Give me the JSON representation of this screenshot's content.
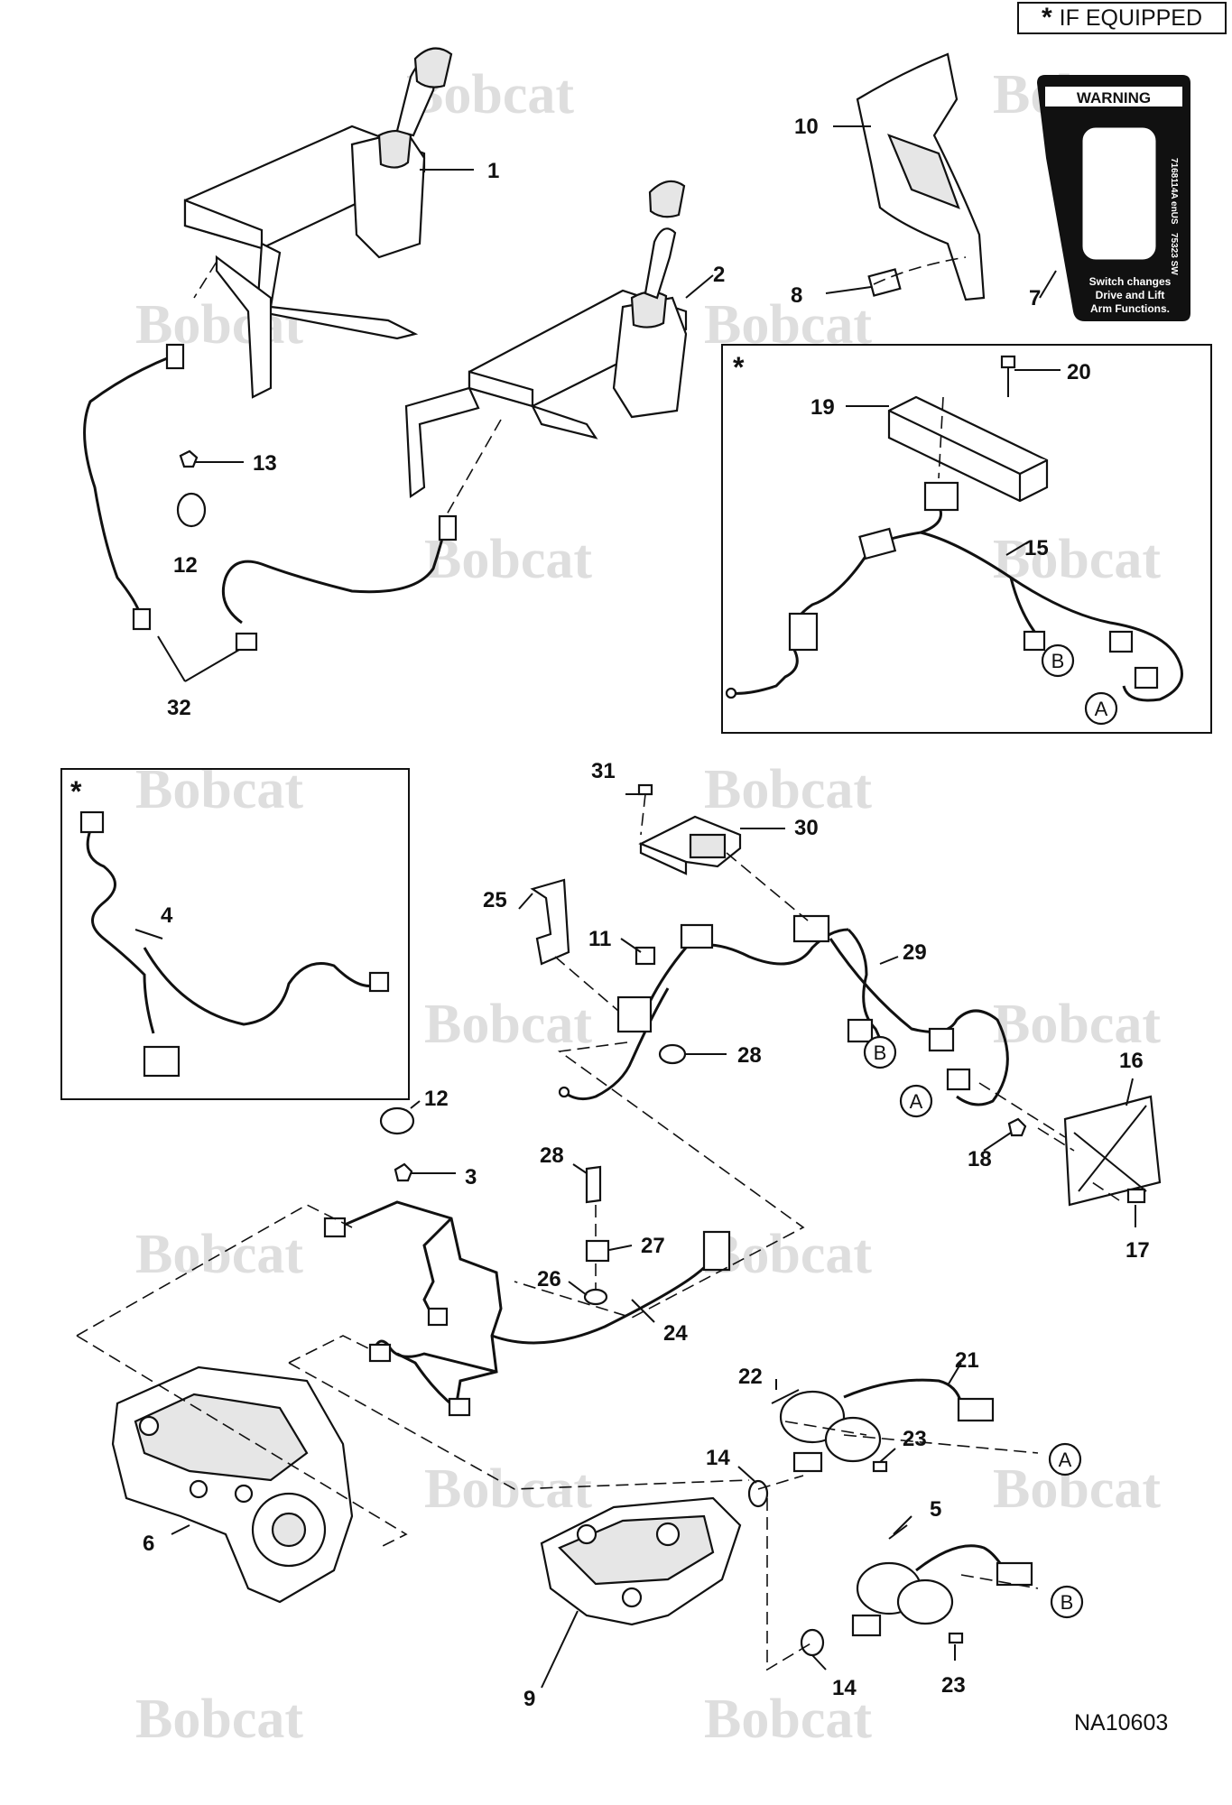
{
  "header": {
    "star": "*",
    "note": "IF EQUIPPED"
  },
  "figure_code": "NA10603",
  "watermark": "Bobcat",
  "decal": {
    "warning": "WARNING",
    "line1": "Switch changes",
    "line2": "Drive and Lift",
    "line3": "Arm Functions.",
    "code1": "7168114A enUS",
    "code2": "75323 SW"
  },
  "optional_marker": "*",
  "parts": {
    "p1": "1",
    "p2": "2",
    "p3": "3",
    "p4": "4",
    "p5": "5",
    "p6": "6",
    "p7": "7",
    "p8": "8",
    "p9": "9",
    "p10": "10",
    "p11": "11",
    "p12a": "12",
    "p12b": "12",
    "p13": "13",
    "p14a": "14",
    "p14b": "14",
    "p15": "15",
    "p16": "16",
    "p17": "17",
    "p18": "18",
    "p19": "19",
    "p20": "20",
    "p21": "21",
    "p22": "22",
    "p23a": "23",
    "p23b": "23",
    "p24": "24",
    "p25": "25",
    "p26": "26",
    "p27": "27",
    "p28a": "28",
    "p28b": "28",
    "p29": "29",
    "p30": "30",
    "p31": "31",
    "p32": "32"
  },
  "connectors": {
    "a": "A",
    "b": "B"
  }
}
